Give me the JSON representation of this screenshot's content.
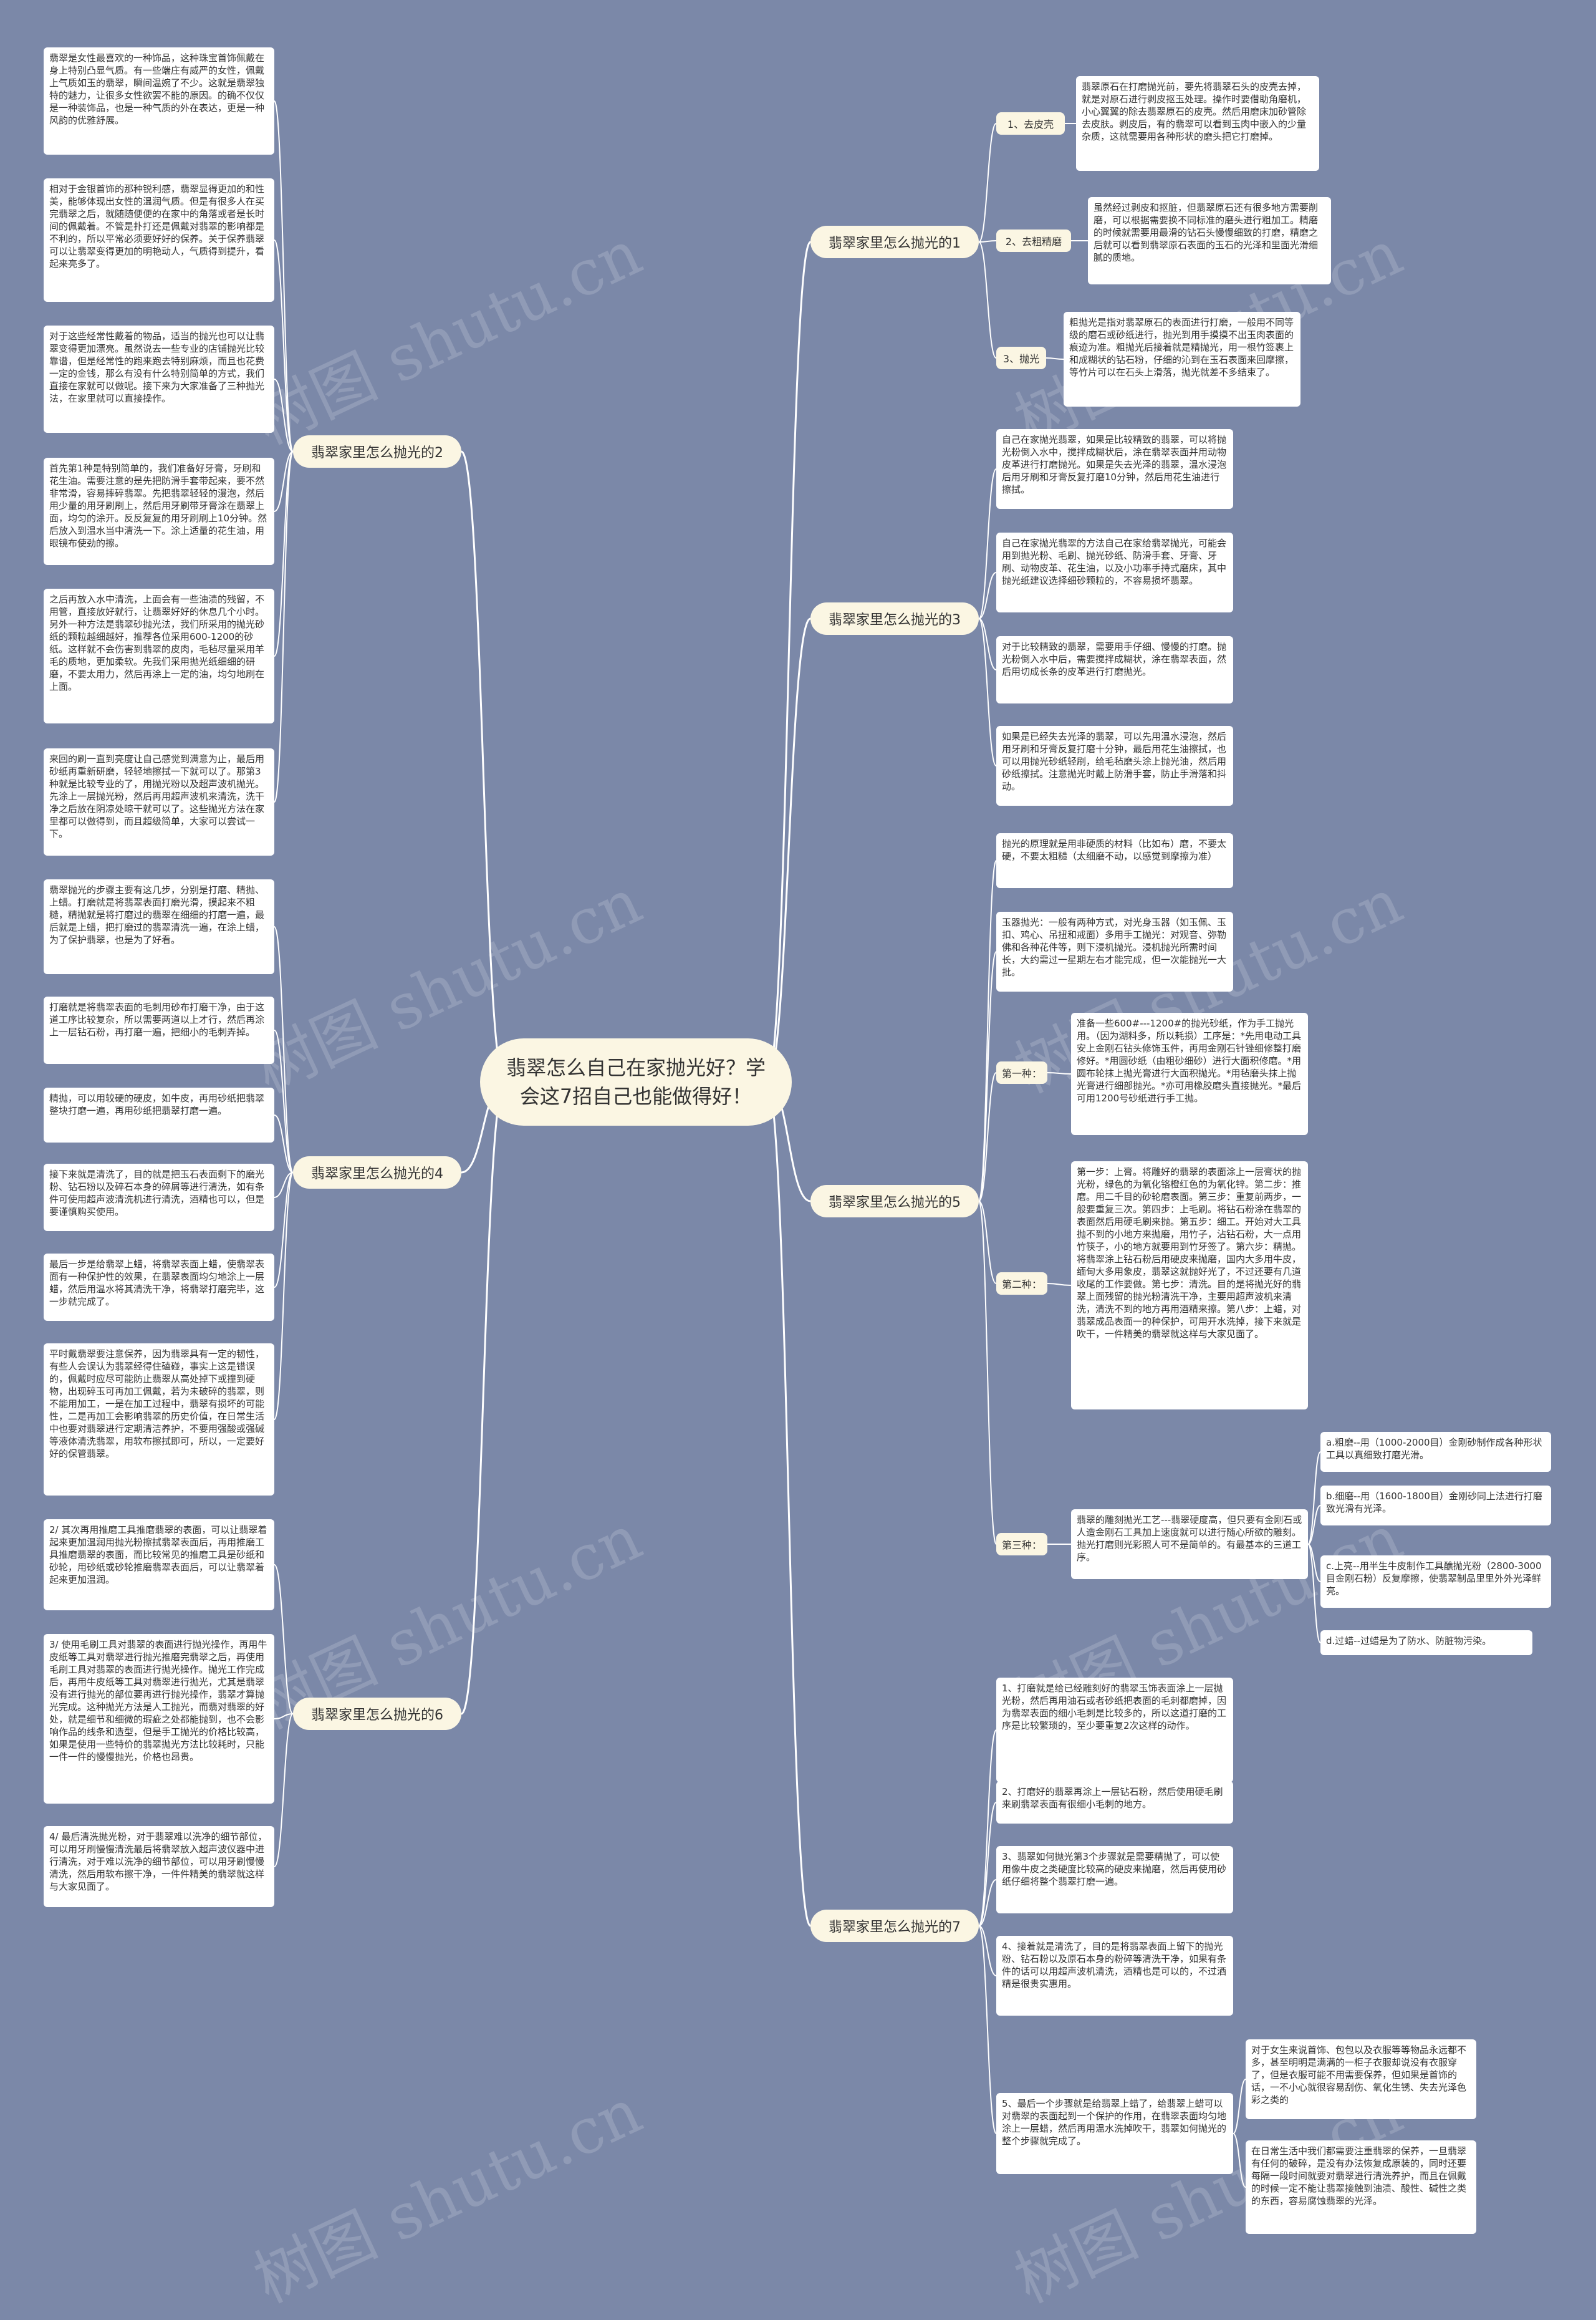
{
  "watermark": "树图 shutu.cn",
  "root": "翡翠怎么自己在家抛光好？学会这7招自己也能做得好！",
  "branches": {
    "b1": "翡翠家里怎么抛光的1",
    "b2": "翡翠家里怎么抛光的2",
    "b3": "翡翠家里怎么抛光的3",
    "b4": "翡翠家里怎么抛光的4",
    "b5": "翡翠家里怎么抛光的5",
    "b6": "翡翠家里怎么抛光的6",
    "b7": "翡翠家里怎么抛光的7"
  },
  "labels": {
    "l1a": "1、去皮壳",
    "l1b": "2、去粗精磨",
    "l1c": "3、抛光",
    "l5a": "第一种：",
    "l5b": "第二种：",
    "l5c": "第三种："
  },
  "leaves": {
    "b1_1": "翡翠原石在打磨抛光前，要先将翡翠石头的皮壳去掉，就是对原石进行剥皮抠玉处理。操作时要借助角磨机，小心翼翼的除去翡翠原石的皮壳。然后用磨床加砂管除去皮肤。剥皮后，有的翡翠可以看到玉肉中嵌入的少量杂质，这就需要用各种形状的磨头把它打磨掉。",
    "b1_2": "虽然经过剥皮和抠脏，但翡翠原石还有很多地方需要削磨，可以根据需要换不同标准的磨头进行粗加工。精磨的时候就需要用最滑的钻石头慢慢细致的打磨，精磨之后就可以看到翡翠原石表面的玉石的光泽和里面光滑细腻的质地。",
    "b1_3": "粗抛光是指对翡翠原石的表面进行打磨，一般用不同等级的磨石或砂纸进行，抛光到用手摸摸不出玉肉表面的痕迹为准。粗抛光后接着就是精抛光，用一根竹签裹上和成糊状的钻石粉，仔细的沁到在玉石表面来回摩擦，等竹片可以在石头上滑落，抛光就差不多结束了。",
    "b2_1": "翡翠是女性最喜欢的一种饰品，这种珠宝首饰佩戴在身上特别凸显气质。有一些端庄有威严的女性，佩戴上气质如玉的翡翠，瞬间温婉了不少。这就是翡翠独特的魅力，让很多女性欲罢不能的原因。的确不仅仅是一种装饰品，也是一种气质的外在表达，更是一种风韵的优雅舒展。",
    "b2_2": "相对于金银首饰的那种锐利感，翡翠显得更加的和性美，能够体现出女性的温润气质。但是有很多人在买完翡翠之后，就随随便便的在家中的角落或者是长时间的佩戴着。不管是扑打还是佩戴对翡翠的影响都是不利的，所以平常必须要好好的保养。关于保养翡翠可以让翡翠变得更加的明艳动人，气质得到提升，看起来亮多了。",
    "b2_3": "对于这些经常性戴着的物品，适当的抛光也可以让翡翠变得更加漂亮。虽然说去一些专业的店铺抛光比较靠谱，但是经常性的跑来跑去特别麻烦，而且也花费一定的金钱，那么有没有什么特别简单的方式，我们直接在家就可以做呢。接下来为大家准备了三种抛光法，在家里就可以直接操作。",
    "b2_4": "首先第1种是特别简单的，我们准备好牙膏，牙刷和花生油。需要注意的是先把防滑手套带起来，要不然非常滑，容易摔碎翡翠。先把翡翠轻轻的漫泡，然后用少量的用牙刷刷上，然后用牙刷带牙膏涂在翡翠上面，均匀的涂开。反反复复的用牙刷刷上10分钟。然后放入到温水当中清洗一下。涂上适量的花生油，用眼镜布使劲的擦。",
    "b2_5": "之后再放入水中清洗，上面会有一些油渍的残留，不用管，直接放好就行，让翡翠好好的休息几个小时。另外一种方法是翡翠砂抛光法，我们所采用的抛光砂纸的颗粒越细越好，推荐各位采用600-1200的砂纸。这样就不会伤害到翡翠的皮肉，毛毡尽量采用羊毛的质地，更加柔软。先我们采用抛光纸细细的研磨，不要太用力，然后再涂上一定的油，均匀地刷在上面。",
    "b2_6": "来回的刷一直到亮度让自己感觉到满意为止，最后用砂纸再重新研磨，轻轻地擦拭一下就可以了。那第3种就是比较专业的了，用抛光粉以及超声波机抛光。先涂上一层抛光粉，然后再用超声波机来清洗，洗干净之后放在阴凉处晾干就可以了。这些抛光方法在家里都可以做得到，而且超级简单，大家可以尝试一下。",
    "b3_1": "自己在家抛光翡翠，如果是比较精致的翡翠，可以将抛光粉倒入水中，搅拌成糊状后，涂在翡翠表面并用动物皮革进行打磨抛光。如果是失去光泽的翡翠，温水浸泡后用牙刷和牙膏反复打磨10分钟，然后用花生油进行擦拭。",
    "b3_2": "自己在家抛光翡翠的方法自己在家给翡翠抛光，可能会用到抛光粉、毛刷、抛光砂纸、防滑手套、牙膏、牙刷、动物皮革、花生油，以及小功率手持式磨床，其中抛光纸建议选择细砂颗粒的，不容易损坏翡翠。",
    "b3_3": "对于比较精致的翡翠，需要用手仔细、慢慢的打磨。抛光粉倒入水中后，需要搅拌成糊状，涂在翡翠表面，然后用切成长条的皮革进行打磨抛光。",
    "b3_4": "如果是已经失去光泽的翡翠，可以先用温水浸泡，然后用牙刷和牙膏反复打磨十分钟，最后用花生油擦拭，也可以用抛光砂纸轻刷，给毛毡磨头涂上抛光油，然后用砂纸擦拭。注意抛光时戴上防滑手套，防止手滑落和抖动。",
    "b4_1": "翡翠抛光的步骤主要有这几步，分别是打磨、精抛、上蜡。打磨就是将翡翠表面打磨光滑，摸起来不粗糙，精抛就是将打磨过的翡翠在细细的打磨一遍，最后就是上蜡，把打磨过的翡翠清洗一遍，在涂上蜡，为了保护翡翠，也是为了好看。",
    "b4_2": "打磨就是将翡翠表面的毛刺用砂布打磨干净，由于这道工序比较复杂，所以需要两道以上才行，然后再涂上一层钻石粉，再打磨一遍，把细小的毛刺弄掉。",
    "b4_3": "精抛，可以用较硬的硬皮，如牛皮，再用砂纸把翡翠整块打磨一遍，再用砂纸把翡翠打磨一遍。",
    "b4_4": "接下来就是清洗了，目的就是把玉石表面剩下的磨光粉、钻石粉以及碎石本身的碎屑等进行清洗，如有条件可使用超声波清洗机进行清洗，酒精也可以，但是要谨慎购买使用。",
    "b4_5": "最后一步是给翡翠上蜡，将翡翠表面上蜡，使翡翠表面有一种保护性的效果，在翡翠表面均匀地涂上一层蜡，然后用温水将其清洗干净，将翡翠打磨完毕，这一步就完成了。",
    "b4_6": "平时戴翡翠要注意保养，因为翡翠具有一定的韧性，有些人会误认为翡翠经得住磕碰，事实上这是错误的，佩戴时应尽可能防止翡翠从高处掉下或撞到硬物，出现碎玉可再加工佩戴，若为未破碎的翡翠，则不能用加工，一是在加工过程中，翡翠有损坏的可能性，二是再加工会影响翡翠的历史价值，在日常生活中也要对翡翠进行定期清洁养护，不要用强酸或强碱等液体清洗翡翠，用软布擦拭即可，所以，一定要好好的保管翡翠。",
    "b6_1": "2/ 其次再用推磨工具推磨翡翠的表面，可以让翡翠着起来更加温润用抛光粉擦拭翡翠表面后，再用推磨工具推磨翡翠的表面，而比较常见的推磨工具是砂纸和砂轮，用砂纸或砂轮推磨翡翠表面后，可以让翡翠着起来更加温润。",
    "b6_2": "3/ 使用毛刷工具对翡翠的表面进行抛光操作，再用牛皮纸等工具对翡翠进行抛光推磨完翡翠之后，再使用毛刷工具对翡翠的表面进行抛光操作。抛光工作完成后，再用牛皮纸等工具对翡翠进行抛光，尤其是翡翠没有进行抛光的部位要再进行抛光操作，翡翠才算抛光完成。这种抛光方法是人工抛光，而翡对翡翠的好处，就是细节和细微的瑕疵之处都能抛到，也不会影响作品的线条和造型，但是手工抛光的价格比较高，如果是使用一些特价的翡翠抛光方法比较耗时，只能一件一件的慢慢抛光，价格也昂贵。",
    "b6_3": "4/ 最后清洗抛光粉，对于翡翠难以洗净的细节部位，可以用牙刷慢慢清洗最后将翡翠放入超声波仪器中进行清洗，对于难以洗净的细节部位，可以用牙刷慢慢清洗，然后用软布擦干净，一件件精美的翡翠就这样与大家见面了。",
    "b5_1": "抛光的原理就是用非硬质的材料（比如布）磨，不要太硬，不要太粗糙（太细磨不动，以感觉到摩擦为准）",
    "b5_2": "玉器抛光：一般有两种方式，对光身玉器（如玉佩、玉扣、鸡心、吊扭和戒面）多用手工抛光：对观音、弥勒佛和各种花件等，则下浸机抛光。浸机抛光所需时间长，大约需过一星期左右才能完成，但一次能抛光一大批。",
    "b5_a1": "准备一些600#---1200#的抛光砂纸，作为手工抛光用。（因为湖料多，所以耗损）工序是：*先用电动工具安上金刚石钻头修饰玉件，再用金刚石针锉细修整打磨修好。*用圆砂纸（由粗砂细砂）进行大面积修磨。*用圆布轮抹上抛光膏进行大面积抛光。*用毡磨头抹上抛光膏进行细部抛光。*亦可用橡胶磨头直接抛光。*最后可用1200号砂纸进行手工抛。",
    "b5_b1": "第一步：上膏。将雕好的翡翠的表面涂上一层膏状的抛光粉，绿色的为氧化铬橙红色的为氧化锌。第二步：推磨。用二千目的砂轮磨表面。第三步：重复前两步，一般要重复三次。第四步：上毛刷。将钻石粉涂在翡翠的表面然后用硬毛刷来抛。第五步：细工。开始对大工具抛不到的小地方来抛磨，用竹子，沾钻石粉，大一点用竹筷子，小的地方就要用到竹牙签了。第六步：精抛。将翡翠涂上钻石粉后用硬皮来抛磨，国内大多用牛皮，缅甸大多用象皮，翡翠这就抛好光了，不过还要有几道收尾的工作要做。第七步：清洗。目的是将抛光好的翡翠上面残留的抛光粉清洗干净，主要用超声波机来清洗，清洗不到的地方再用酒精来擦。第八步：上蜡，对翡翠成品表面一的种保护，可用开水洗掉，接下来就是吹干，一件精美的翡翠就这样与大家见面了。",
    "b5_c1": "翡翠的雕刻抛光工艺---翡翠硬度高，但只要有金刚石或人造金刚石工具加上速度就可以进行随心所欲的雕刻。抛光打磨则光彩照人可不是简单的。有最基本的三道工序。",
    "b5_c1a": "a.粗磨--用（1000-2000目）金刚砂制作成各种形状工具以真细致打磨光滑。",
    "b5_c1b": "b.细磨--用（1600-1800目）金刚砂同上法进行打磨致光滑有光泽。",
    "b5_c1c": "c.上亮--用半生牛皮制作工具醮抛光粉（2800-3000目金刚石粉）反复摩擦，使翡翠制品里里外外光泽鲜亮。",
    "b5_c1d": "d.过蜡--过蜡是为了防水、防脏物污染。",
    "b7_1": "1、打磨就是给已经雕刻好的翡翠玉饰表面涂上一层抛光粉，然后再用油石或者砂纸把表面的毛刺都磨掉，因为翡翠表面的细小毛刺是比较多的，所以这道打磨的工序是比较繁琐的，至少要重复2次这样的动作。",
    "b7_2": "2、打磨好的翡翠再涂上一层钻石粉，然后使用硬毛刷来刷翡翠表面有很细小毛刺的地方。",
    "b7_3": "3、翡翠如何抛光第3个步骤就是需要精抛了，可以使用像牛皮之类硬度比较高的硬皮来抛磨，然后再使用砂纸仔细将整个翡翠打磨一遍。",
    "b7_4": "4、接着就是清洗了，目的是将翡翠表面上留下的抛光粉、钻石粉以及原石本身的粉碎等清洗干净，如果有条件的话可以用超声波机清洗，酒精也是可以的，不过酒精是很贵实惠用。",
    "b7_5": "5、最后一个步骤就是给翡翠上蜡了，给翡翠上蜡可以对翡翠的表面起到一个保护的作用，在翡翠表面均匀地涂上一层蜡，然后再用温水洗掉吹干，翡翠如何抛光的整个步骤就完成了。",
    "b7_5a": "对于女生来说首饰、包包以及衣服等等物品永远都不多，甚至明明是满满的一柜子衣服却说没有衣服穿了，但是衣服可能不用需要保养，但如果是首饰的话，一不小心就很容易刮伤、氧化生锈、失去光泽色彩之类的",
    "b7_5b": "在日常生活中我们都需要注重翡翠的保养，一旦翡翠有任何的破碎，是没有办法恢复成原装的，同时还要每隔一段时间就要对翡翠进行清洗养护，而且在佩戴的时候一定不能让翡翠接触到油渍、酸性、碱性之类的东西，容易腐蚀翡翠的光泽。"
  }
}
